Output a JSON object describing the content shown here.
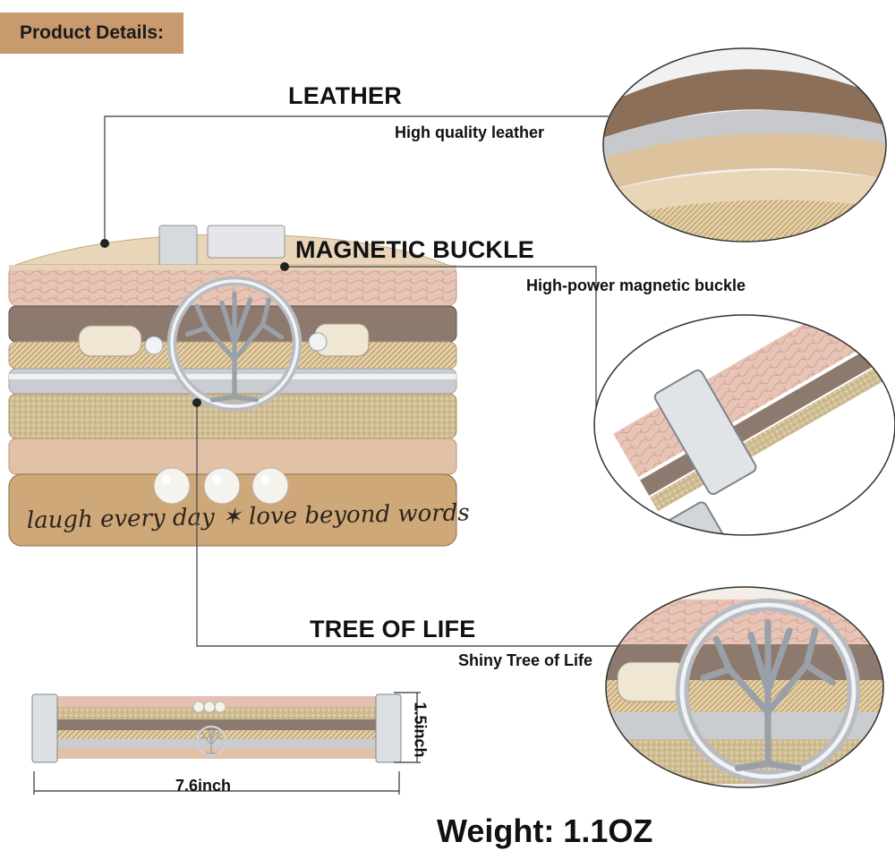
{
  "header": {
    "badge_label": "Product Details:"
  },
  "features": {
    "leather": {
      "title": "LEATHER",
      "description": "High quality leather"
    },
    "buckle": {
      "title": "MAGNETIC BUCKLE",
      "description": "High-power magnetic buckle"
    },
    "tree": {
      "title": "TREE OF LIFE",
      "description": "Shiny Tree of Life"
    }
  },
  "bracelet": {
    "engraving": "laugh every day ✶ love beyond words"
  },
  "dimensions": {
    "length": "7.6inch",
    "width": "1.5inch"
  },
  "weight": {
    "label": "Weight: 1.1OZ"
  },
  "colors": {
    "badge": "#c99a6e",
    "leather_tan": "#d9b98c",
    "blush_pink": "#e5c0b2",
    "silver": "#c9ccd0",
    "glitter_gold": "#cfbd93",
    "callout_line": "#555555"
  }
}
